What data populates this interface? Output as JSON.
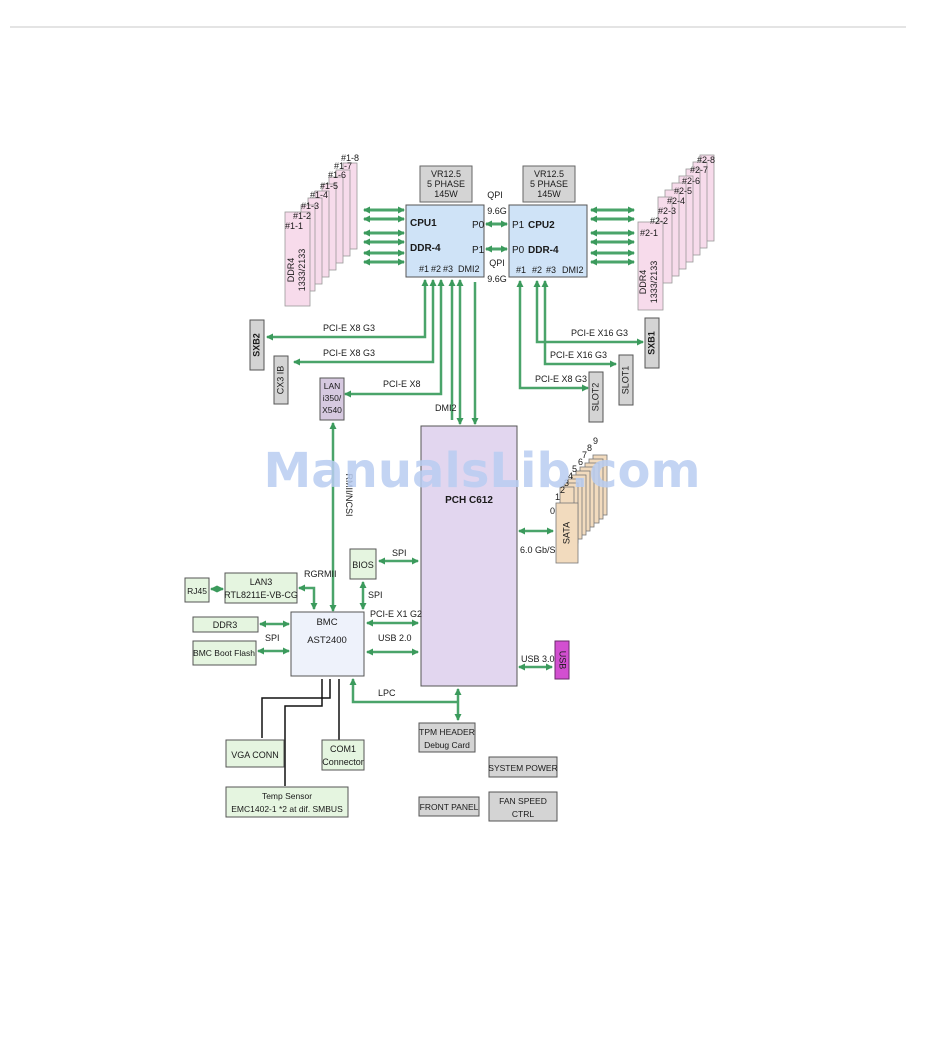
{
  "blocks": {
    "vr1": [
      "VR12.5",
      "5 PHASE",
      "145W"
    ],
    "vr2": [
      "VR12.5",
      "5 PHASE",
      "145W"
    ],
    "cpu1": {
      "name": "CPU1",
      "ddr": "DDR-4",
      "p0": "P0",
      "p1": "P1",
      "ports": [
        "#1",
        "#2",
        "#3"
      ],
      "dmi": "DMI2"
    },
    "cpu2": {
      "name": "CPU2",
      "ddr": "DDR-4",
      "p1": "P1",
      "p0": "P0",
      "ports": [
        "#1",
        "#2",
        "#3"
      ],
      "dmi": "DMI2"
    },
    "qpi_top": [
      "QPI",
      "9.6G"
    ],
    "qpi_bottom": [
      "QPI",
      "9.6G"
    ],
    "dimm_left": [
      "#1-1",
      "#1-2",
      "#1-3",
      "#1-4",
      "#1-5",
      "#1-6",
      "#1-7",
      "#1-8"
    ],
    "dimm_right": [
      "#2-1",
      "#2-2",
      "#2-3",
      "#2-4",
      "#2-5",
      "#2-6",
      "#2-7",
      "#2-8"
    ],
    "ddr4_label": [
      "DDR4",
      "1333/2133"
    ],
    "sxb2": "SXB2",
    "cx3ib": "CX3 IB",
    "sxb1": "SXB1",
    "slot1": "SLOT1",
    "slot2": "SLOT2",
    "lan": [
      "LAN",
      "i350/",
      "X540"
    ],
    "pch": "PCH C612",
    "sata": "SATA",
    "sata_numbers": [
      "0",
      "1",
      "2",
      "3",
      "4",
      "5",
      "6",
      "7",
      "8",
      "9"
    ],
    "sata_speed": "6.0 Gb/S",
    "usb": "USB",
    "bios": "BIOS",
    "rj45": "RJ45",
    "lan3": [
      "LAN3",
      "RTL8211E-VB-CG"
    ],
    "bmc": [
      "BMC",
      "AST2400"
    ],
    "ddr3": "DDR3",
    "bmc_flash": "BMC Boot Flash",
    "vga": "VGA CONN",
    "com1": [
      "COM1",
      "Connector"
    ],
    "temp": [
      "Temp Sensor",
      "EMC1402-1 *2 at dif. SMBUS"
    ],
    "tpm": [
      "TPM HEADER",
      "Debug Card"
    ],
    "system_power": "SYSTEM POWER",
    "front_panel": "FRONT PANEL",
    "fan_speed": [
      "FAN SPEED",
      "CTRL"
    ]
  },
  "links": {
    "pcie_x8_sxb2": "PCI-E X8 G3",
    "pcie_x8_cx3": "PCI-E X8 G3",
    "pcie_x8_lan": "PCI-E X8",
    "dmi2": "DMI2",
    "pcie_x16_sxb1": "PCI-E X16 G3",
    "pcie_x16_slot1": "PCI-E X16 G3",
    "pcie_x8_slot2": "PCI-E X8 G3",
    "rmii": "RMII/NCSI",
    "rgrmii": "RGRMII",
    "spi_bios": "SPI",
    "spi_bmc_bios": "SPI",
    "spi_flash": "SPI",
    "pcie_x1": "PCI-E X1 G2",
    "usb20": "USB 2.0",
    "usb30": "USB 3.0",
    "lpc": "LPC"
  },
  "watermark": "ManualsLib.com",
  "colors": {
    "cpu": "#cfe3f7",
    "dimm": "#f7dbeb",
    "pch": "#e2d6ef",
    "lan": "#d6c9e0",
    "sata": "#f2dbbe",
    "usb": "#d24fd0",
    "green_box": "#e5f5e0",
    "gray_box": "#d4d4d4",
    "bmc": "#eef2fb",
    "arrow": "#4aa46a"
  }
}
